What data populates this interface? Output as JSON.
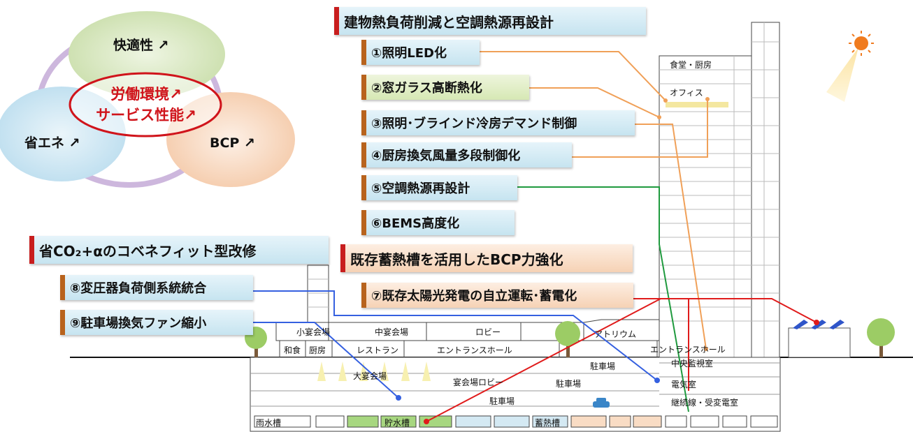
{
  "venn": {
    "top": "快適性",
    "left": "省エネ",
    "right": "BCP",
    "center_line1": "労働環境",
    "center_line2": "サービス性能",
    "colors": {
      "top": "#d9e8c2",
      "left": "#cfe8f3",
      "right": "#f8dcc7",
      "ring": "#cdb7dd",
      "center": "#d0141b"
    }
  },
  "headers": {
    "main": "建物熱負荷削減と空調熱源再設計",
    "co2": "省CO₂+αのコベネフィット型改修",
    "bcp": "既存蓄熱槽を活用したBCP力強化"
  },
  "measures": [
    {
      "id": "m1",
      "label": "①照明LED化"
    },
    {
      "id": "m2",
      "label": "②窓ガラス高断熱化"
    },
    {
      "id": "m3",
      "label": "③照明･ブラインド冷房デマンド制御"
    },
    {
      "id": "m4",
      "label": "④厨房換気風量多段制御化"
    },
    {
      "id": "m5",
      "label": "⑤空調熱源再設計"
    },
    {
      "id": "m6",
      "label": "⑥BEMS高度化"
    },
    {
      "id": "m7",
      "label": "⑦既存太陽光発電の自立運転･蓄電化"
    },
    {
      "id": "m8",
      "label": "⑧変圧器負荷側系統統合"
    },
    {
      "id": "m9",
      "label": "⑨駐車場換気ファン縮小"
    }
  ],
  "rooms": {
    "kitchen_top": "食堂・厨房",
    "office": "オフィス",
    "small_banquet": "小宴会場",
    "mid_banquet": "中宴会場",
    "lobby": "ロビー",
    "atrium": "アトリウム",
    "japanese": "和食",
    "kitchen": "厨房",
    "restaurant": "レストラン",
    "entrance_hall": "エントランスホール",
    "entrance_hall2": "エントランスホール",
    "central_monitor": "中央監視室",
    "parking1": "駐車場",
    "parking2": "駐車場",
    "parking3": "駐車場",
    "big_banquet": "大宴会場",
    "banquet_lobby": "宴会場ロビー",
    "electric_room": "電気室",
    "substation": "継続線・受変電室",
    "rain_tank": "雨水槽",
    "water_tank": "貯水槽",
    "thermal_tank": "蓄熱槽"
  },
  "colors": {
    "line_orange": "#f0a058",
    "line_green": "#1f9a3e",
    "line_red": "#e01b1b",
    "line_blue": "#3560e0"
  }
}
